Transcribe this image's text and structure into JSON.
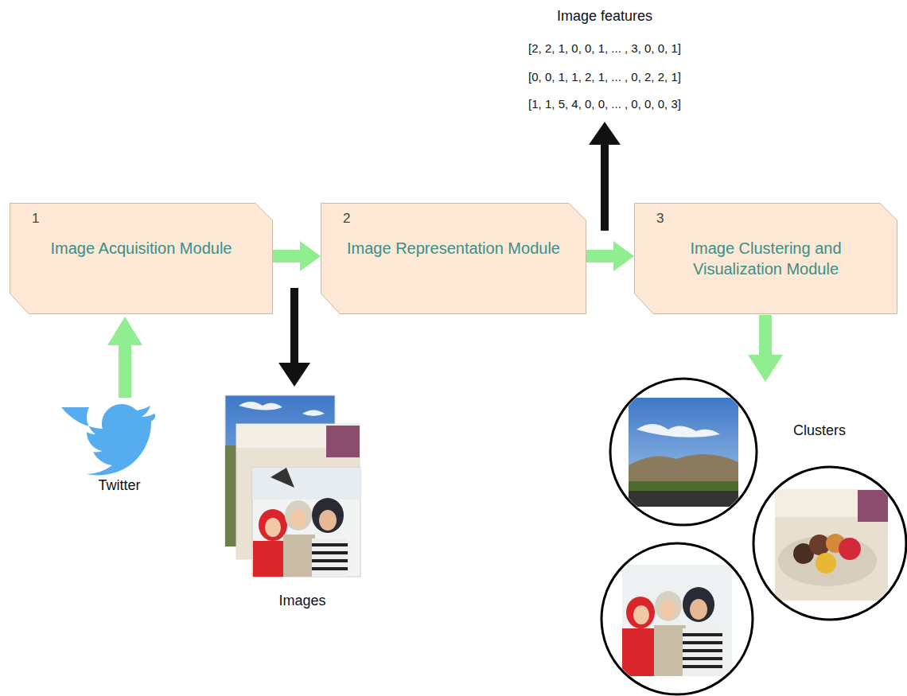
{
  "diagram": {
    "nodes": [
      {
        "text": [
          "1",
          "Image Acquisition Module"
        ]
      },
      {
        "text": [
          "2",
          "Image Representation Module"
        ]
      },
      {
        "text": [
          "3",
          "Image Clustering and Visualization Module"
        ]
      }
    ],
    "edges": [
      {
        "from": 0,
        "to": 1,
        "arrow": "to"
      },
      {
        "from": 1,
        "to": 2,
        "arrow": "to"
      }
    ],
    "labels": [
      "Image features",
      "[2, 2, 1, 0, 0, 1, ... , 3, 0, 0, 1]",
      "[0, 0, 1, 1, 2, 1, ... , 0, 2, 2, 1]",
      "[1, 1, 5, 4, 0, 0, ... , 0, 0, 0, 3]",
      "Twitter",
      "Images",
      "Clusters"
    ]
  }
}
